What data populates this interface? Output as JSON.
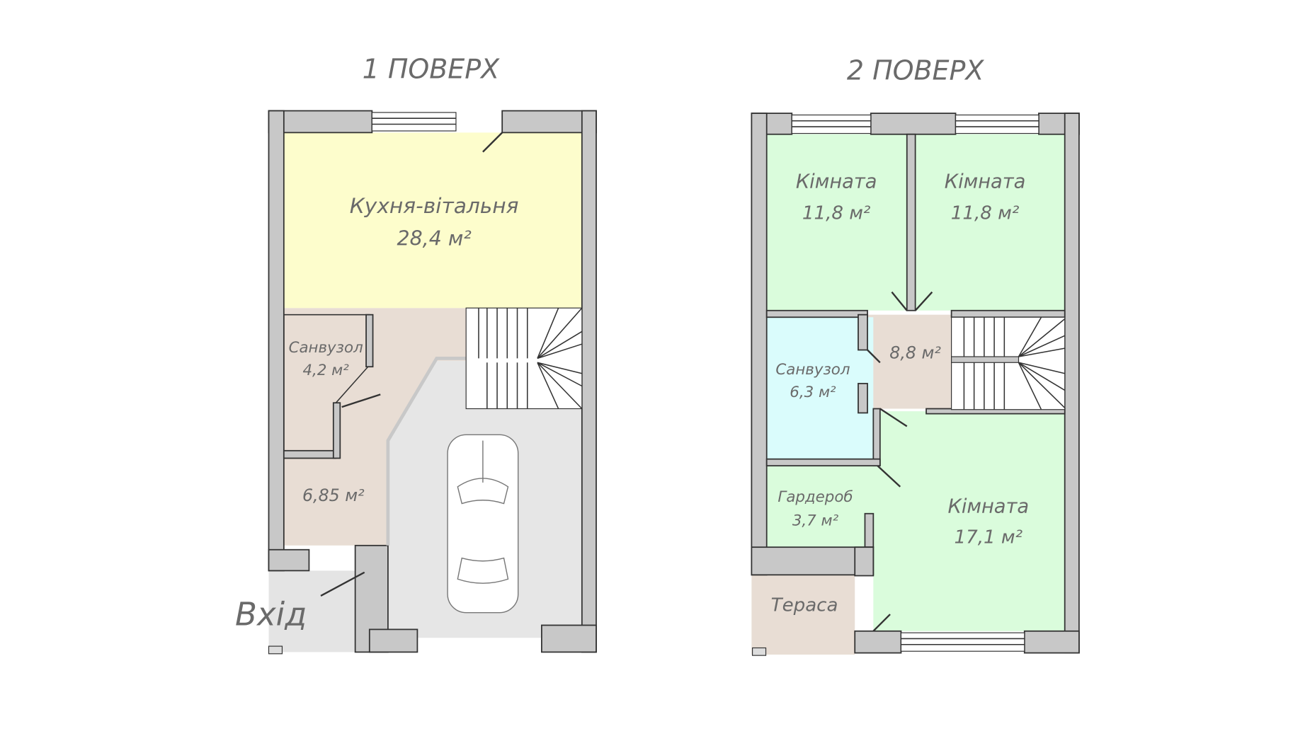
{
  "floors": [
    {
      "title": "1 ПОВЕРХ",
      "rooms": [
        {
          "name": "Кухня-вітальня",
          "area": "28,4 м²",
          "color": "#fdfdcc"
        },
        {
          "name": "Санвузол",
          "area": "4,2 м²",
          "color": "#dafcfc"
        },
        {
          "name": "",
          "area": "6,85 м²",
          "color": "#e8ddd4"
        }
      ],
      "entrance_label": "Вхід"
    },
    {
      "title": "2 ПОВЕРХ",
      "rooms": [
        {
          "name": "Кімната",
          "area": "11,8 м²",
          "color": "#dafcdc"
        },
        {
          "name": "Кімната",
          "area": "11,8 м²",
          "color": "#dafcdc"
        },
        {
          "name": "",
          "area": "8,8 м²",
          "color": "#e8ddd4"
        },
        {
          "name": "Санвузол",
          "area": "6,3 м²",
          "color": "#dafcfc"
        },
        {
          "name": "Гардероб",
          "area": "3,7 м²",
          "color": "#dafcdc"
        },
        {
          "name": "Кімната",
          "area": "17,1 м²",
          "color": "#dafcdc"
        },
        {
          "name": "Тераса",
          "area": "",
          "color": "#e8ddd4"
        }
      ]
    }
  ],
  "colors": {
    "wall": "#c8c8c8",
    "garage": "#e6e6e6",
    "entry": "#e4e4e4"
  }
}
